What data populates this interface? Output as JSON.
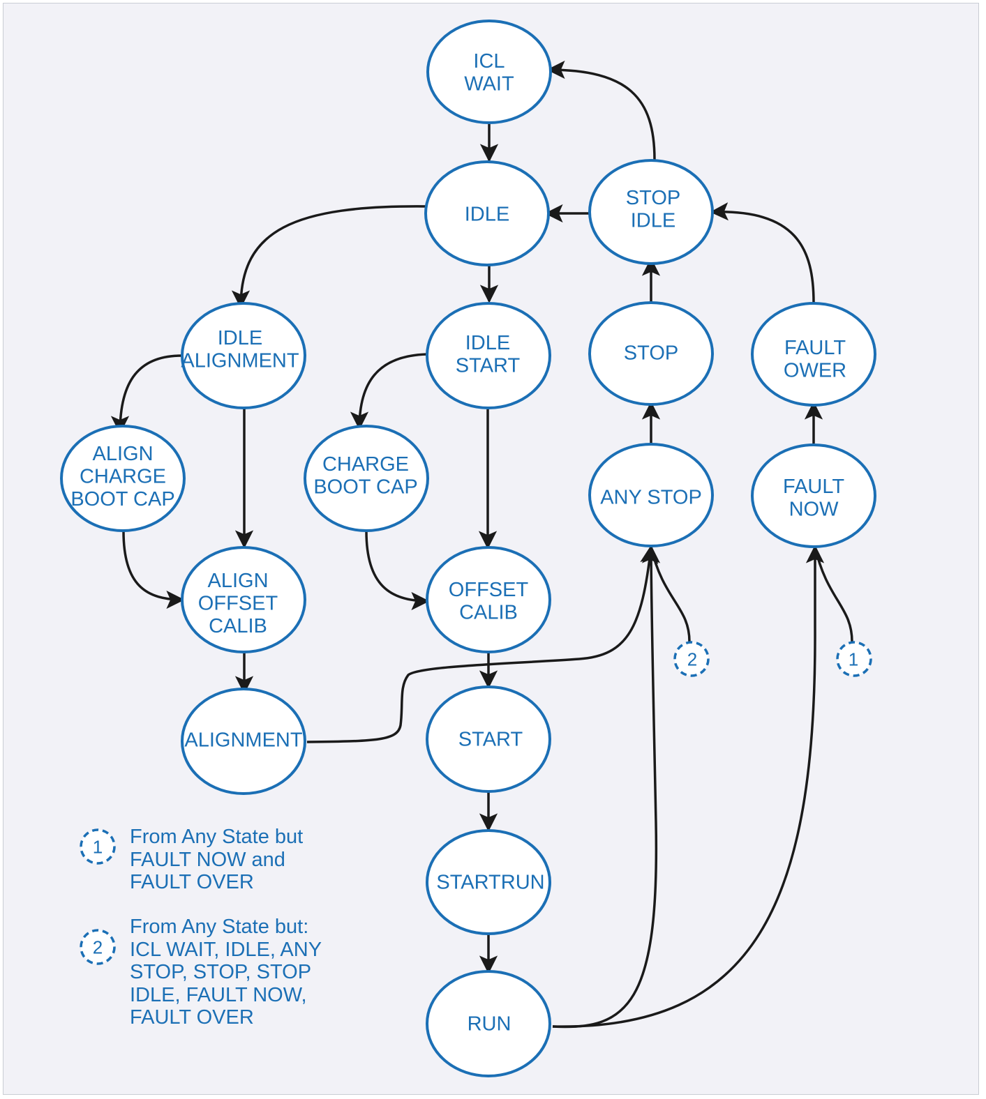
{
  "nodes": {
    "icl_wait": "ICL\nWAIT",
    "idle": "IDLE",
    "stop_idle": "STOP\nIDLE",
    "idle_alignment": "IDLE\nALIGNMENT",
    "idle_start": "IDLE\nSTART",
    "stop": "STOP",
    "fault_ower": "FAULT\nOWER",
    "align_charge_boot_cap": "ALIGN\nCHARGE\nBOOT CAP",
    "charge_boot_cap": "CHARGE\nBOOT CAP",
    "any_stop": "ANY STOP",
    "fault_now": "FAULT\nNOW",
    "align_offset_calib": "ALIGN\nOFFSET\nCALIB",
    "offset_calib": "OFFSET\nCALIB",
    "alignment": "ALIGNMENT",
    "start": "START",
    "startrun": "STARTRUN",
    "run": "RUN"
  },
  "markers": {
    "m1": "1",
    "m2": "2"
  },
  "legend": [
    {
      "marker": "1",
      "text": "From Any State but\nFAULT NOW and\nFAULT OVER"
    },
    {
      "marker": "2",
      "text": "From Any State but:\nICL WAIT, IDLE, ANY\nSTOP, STOP, STOP\nIDLE, FAULT NOW,\nFAULT OVER"
    }
  ],
  "colors": {
    "node_stroke": "#1b6fb5",
    "text": "#1b6fb5",
    "edge": "#1a1a1a",
    "background": "#f2f2f7"
  }
}
